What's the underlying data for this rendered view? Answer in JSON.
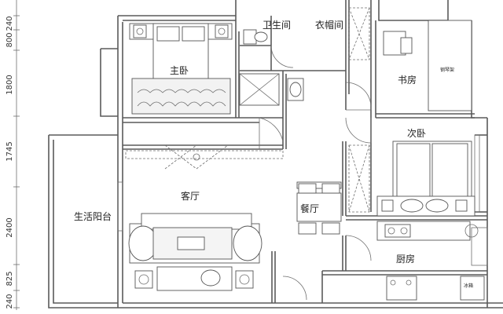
{
  "rooms": {
    "master_bedroom": "主卧",
    "bathroom": "卫生间",
    "cloakroom": "衣帽间",
    "study": "书房",
    "study_extra": "钢琴架",
    "second_bedroom": "次卧",
    "living_room": "客厅",
    "dining_room": "餐厅",
    "balcony": "生活阳台",
    "kitchen": "厨房",
    "fridge": "冰箱"
  },
  "dimensions": [
    "240",
    "800",
    "1800",
    "1745",
    "2400",
    "825",
    "240"
  ]
}
